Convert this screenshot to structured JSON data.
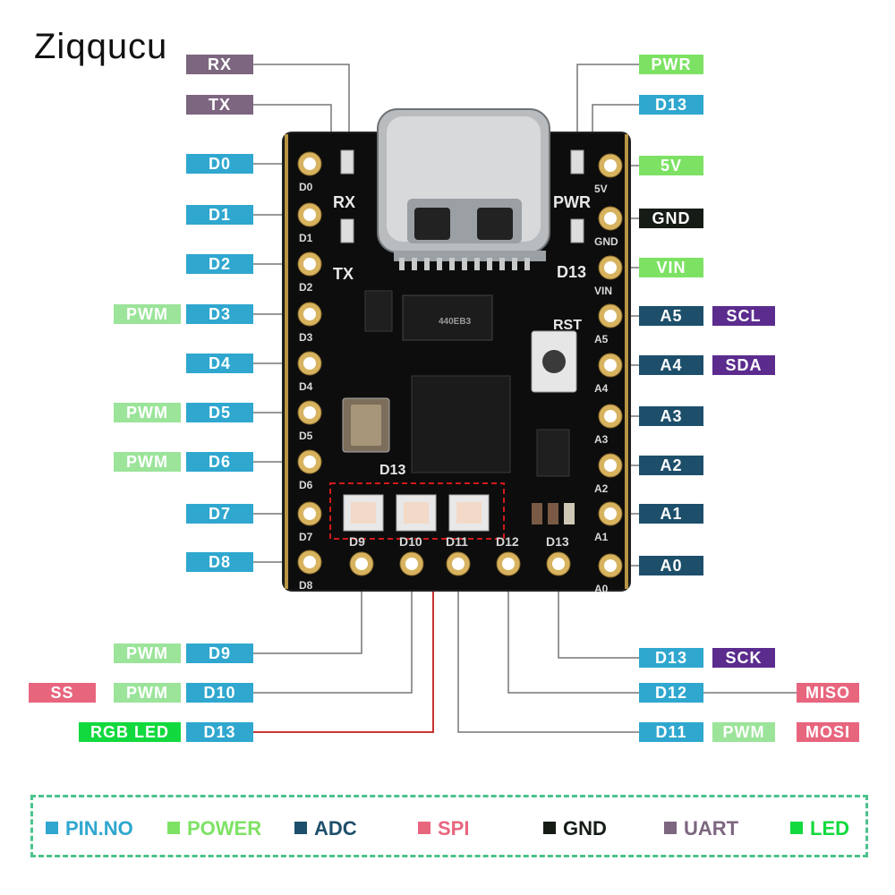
{
  "brand": "Ziqqucu",
  "left_pins": [
    {
      "label": "RX",
      "type": "uart"
    },
    {
      "label": "TX",
      "type": "uart"
    },
    {
      "label": "D0",
      "type": "pin"
    },
    {
      "label": "D1",
      "type": "pin"
    },
    {
      "label": "D2",
      "type": "pin"
    },
    {
      "label": "D3",
      "type": "pin",
      "extra": "PWM"
    },
    {
      "label": "D4",
      "type": "pin"
    },
    {
      "label": "D5",
      "type": "pin",
      "extra": "PWM"
    },
    {
      "label": "D6",
      "type": "pin",
      "extra": "PWM"
    },
    {
      "label": "D7",
      "type": "pin"
    },
    {
      "label": "D8",
      "type": "pin"
    },
    {
      "label": "D9",
      "type": "pin",
      "extra": "PWM"
    },
    {
      "label": "D10",
      "type": "pin",
      "extra": "PWM",
      "extra2": "SS"
    },
    {
      "label": "D13",
      "type": "pin",
      "extra": "RGB LED"
    }
  ],
  "right_pins": [
    {
      "label": "PWR",
      "type": "led"
    },
    {
      "label": "D13",
      "type": "pin"
    },
    {
      "label": "5V",
      "type": "pwr"
    },
    {
      "label": "GND",
      "type": "gnd"
    },
    {
      "label": "VIN",
      "type": "pwr"
    },
    {
      "label": "A5",
      "type": "adc",
      "extra": "SCL"
    },
    {
      "label": "A4",
      "type": "adc",
      "extra": "SDA"
    },
    {
      "label": "A3",
      "type": "adc"
    },
    {
      "label": "A2",
      "type": "adc"
    },
    {
      "label": "A1",
      "type": "adc"
    },
    {
      "label": "A0",
      "type": "adc"
    },
    {
      "label": "D13",
      "type": "pin",
      "extra": "SCK"
    },
    {
      "label": "D12",
      "type": "pin",
      "extra": "MISO"
    },
    {
      "label": "D11",
      "type": "pin",
      "extra": "PWM",
      "extra2": "MOSI"
    }
  ],
  "silkscreen": {
    "rx": "RX",
    "tx": "TX",
    "pwr": "PWR",
    "d13_top": "D13",
    "rst": "RST",
    "d13_mid": "D13",
    "left_pads": [
      "D0",
      "D1",
      "D2",
      "D3",
      "D4",
      "D5",
      "D6",
      "D7",
      "D8"
    ],
    "right_pads": [
      "5V",
      "GND",
      "VIN",
      "A5",
      "A4",
      "A3",
      "A2",
      "A1",
      "A0"
    ],
    "bottom_pads": [
      "D9",
      "D10",
      "D11",
      "D12",
      "D13"
    ],
    "chip_text": "440EB3"
  },
  "legend": [
    {
      "label": "PIN.NO",
      "color": "#2fa7cf"
    },
    {
      "label": "POWER",
      "color": "#7de264"
    },
    {
      "label": "ADC",
      "color": "#1d4f6b"
    },
    {
      "label": "SPI",
      "color": "#e8657e"
    },
    {
      "label": "GND",
      "color": "#151c16"
    },
    {
      "label": "UART",
      "color": "#7d6680"
    },
    {
      "label": "LED",
      "color": "#11d93e"
    }
  ]
}
